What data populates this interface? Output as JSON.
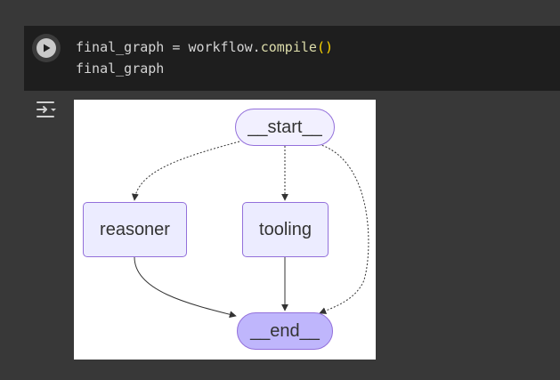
{
  "cell": {
    "code_lines": [
      {
        "var": "final_graph",
        "op": " = ",
        "obj": "workflow.",
        "fn": "compile",
        "paren": "()"
      },
      {
        "plain": "final_graph"
      }
    ]
  },
  "output": {
    "nodes": {
      "start": "__start__",
      "reasoner": "reasoner",
      "tooling": "tooling",
      "end": "__end__"
    }
  },
  "icons": {
    "run": "play-icon",
    "output_toggle": "output-settings-icon"
  },
  "colors": {
    "background": "#383838",
    "code_bg": "#1e1e1e",
    "node_fill": "#ececff",
    "node_border": "#9370db",
    "end_fill": "#bfb6fc",
    "edge": "#333333"
  }
}
